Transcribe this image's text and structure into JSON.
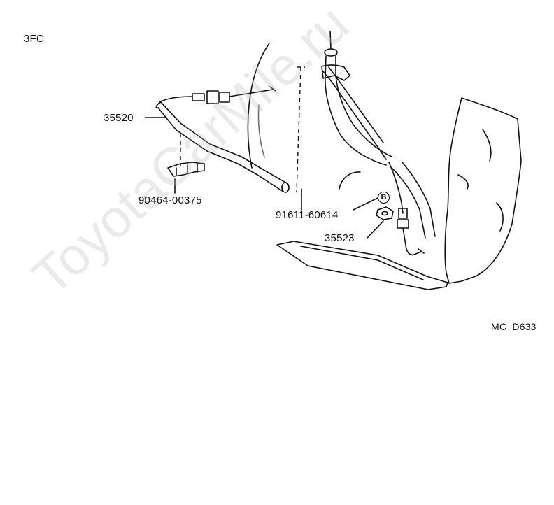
{
  "section_code": "3FC",
  "parts": {
    "cable_assembly": "35520",
    "clip": "90464-00375",
    "bolt": "91611-60614",
    "bracket": "35523"
  },
  "callout_marker": "B",
  "diagram_code": "MC  D633",
  "watermark": "ToyotaCarMile.ru",
  "colors": {
    "line": "#111111",
    "watermark": "#bebebe"
  }
}
